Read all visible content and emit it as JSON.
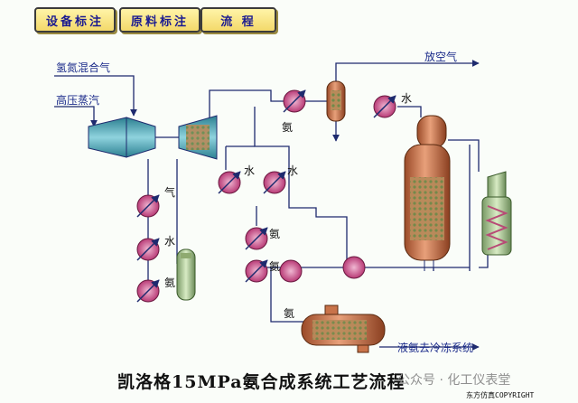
{
  "tabs": [
    {
      "label": "设备标注"
    },
    {
      "label": "原料标注"
    },
    {
      "label": "流    程"
    }
  ],
  "labels": {
    "feed_gas": "氢氮混合气",
    "steam": "高压蒸汽",
    "vent": "放空气",
    "liquid_ammonia": "液氨去冷冻系统"
  },
  "medium_labels": {
    "water_top": "水",
    "ammonia_top": "氨",
    "gas": "气",
    "water_left": "水",
    "ammonia_left": "氨",
    "water_mid1": "水",
    "water_mid2": "水",
    "ammonia_mid1": "氨",
    "ammonia_mid2": "氨",
    "ammonia_bottom": "氨"
  },
  "title": "凯洛格15MPa氨合成系统工艺流程",
  "watermark": "公众号 · 化工仪表堂",
  "copyright": "东方仿真COPYRIGHT",
  "colors": {
    "line": "#1e2a6e",
    "exchanger": "#c64a86",
    "vessel": "#c8734a",
    "compressor": "#3f9fb0",
    "tab_text": "#1b1b90"
  }
}
